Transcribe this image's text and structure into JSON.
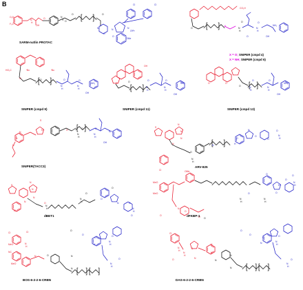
{
  "panel_label": "B",
  "compounds": [
    {
      "key": "sarm",
      "caption": "SARM-nutlin PROTAC"
    },
    {
      "key": "sniper_4_6",
      "caption": ""
    },
    {
      "key": "sniper9",
      "caption": "SNIPER (cmpd 9)"
    },
    {
      "key": "sniper11",
      "caption": "SNIPER (cmpd 11)"
    },
    {
      "key": "sniper13",
      "caption": "SNIPER (cmpd 13)"
    },
    {
      "key": "sniper_tacc3",
      "caption": "SNIPER(TACC3)"
    },
    {
      "key": "arv825",
      "caption": "ARV-825"
    },
    {
      "key": "dbet1",
      "caption": "dBET1"
    },
    {
      "key": "dfkbp1",
      "caption": "dFKBP-1"
    },
    {
      "key": "bos",
      "caption": "BOS-6-2-2-6-CRBN"
    },
    {
      "key": "das",
      "caption": "DAS-6-2-2-6-CRBN"
    }
  ],
  "legend": [
    {
      "symbol": "X = O;",
      "label": "SNIPER (cmpd 4)"
    },
    {
      "symbol": "X = NH;",
      "label": "SNIPER (cmpd 6)"
    }
  ],
  "atom_labels": {
    "sarm": [
      "O₂N",
      "F₃C",
      "N",
      "H",
      "OH",
      "O",
      "N",
      "O",
      "H",
      "O",
      "O",
      "N",
      "N",
      "N",
      "Cl",
      "Cl",
      "O",
      "O",
      "OⁱPr",
      "OMe"
    ],
    "sniper_4_6": [
      "CO₂H",
      "O",
      "X",
      "N",
      "H",
      "O",
      "N",
      "H",
      "O",
      "NH₂",
      "OH",
      "O"
    ],
    "sniper9": [
      "HO₂C",
      "ᵗBu",
      "ᵗBu",
      "O",
      "O",
      "N",
      "H",
      "O",
      "N",
      "H",
      "O",
      "NH₂",
      "OH"
    ],
    "sniper11": [
      "OH",
      "O",
      "O",
      "N",
      "H",
      "O",
      "N",
      "H",
      "O",
      "NH₂",
      "OH"
    ],
    "sniper13": [
      "O",
      "O",
      "O",
      "N",
      "H",
      "O",
      "N",
      "H",
      "O",
      "NH₂",
      "OH"
    ],
    "sniper_tacc3": [
      "N",
      "N",
      "H",
      "N",
      "S",
      "O",
      "N",
      "H",
      "O",
      "N",
      "H",
      "O",
      "NH₂",
      "OH"
    ],
    "arv825": [
      "S",
      "N",
      "N",
      "N",
      "N",
      "O",
      "N",
      "H",
      "O",
      "N",
      "H",
      "O",
      "O",
      "N",
      "O",
      "N",
      "H",
      "O",
      "Cl"
    ],
    "dbet1": [
      "S",
      "N",
      "N",
      "N",
      "N",
      "O",
      "N",
      "H",
      "N",
      "H",
      "O",
      "O",
      "O",
      "N",
      "O",
      "N",
      "H",
      "O",
      "Cl"
    ],
    "dfkbp1": [
      "MeO",
      "MeO",
      "OMe",
      "O",
      "N",
      "O",
      "O",
      "O",
      "N",
      "H",
      "N",
      "H",
      "O",
      "O",
      "O",
      "N",
      "O",
      "N",
      "H",
      "O"
    ],
    "bos": [
      "Cl",
      "Cl",
      "MeO",
      "N",
      "H",
      "NC",
      "MeO",
      "N",
      "O",
      "N",
      "N",
      "O",
      "O",
      "N",
      "O",
      "N",
      "H",
      "O",
      "N",
      "H",
      "O"
    ],
    "das": [
      "Cl",
      "N",
      "H",
      "O",
      "N",
      "H",
      "S",
      "N",
      "N",
      "N",
      "N",
      "N",
      "N",
      "O",
      "O",
      "N",
      "O",
      "N",
      "H",
      "O",
      "N",
      "H",
      "O"
    ]
  },
  "colors": {
    "e3_ligand": "#e8192c",
    "target_ligand": "#2323c8",
    "linker": "#111111",
    "x_highlight": "#e000e0"
  }
}
